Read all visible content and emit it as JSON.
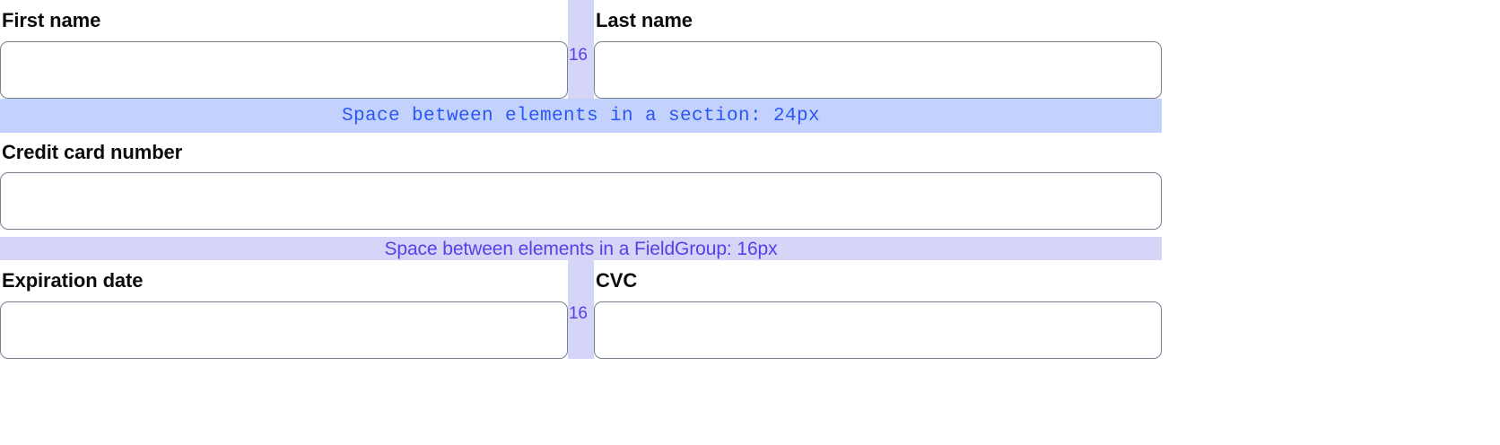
{
  "fields": {
    "first_name": {
      "label": "First name",
      "value": "",
      "placeholder": ""
    },
    "last_name": {
      "label": "Last name",
      "value": "",
      "placeholder": ""
    },
    "credit_card_number": {
      "label": "Credit card number",
      "value": "",
      "placeholder": ""
    },
    "expiration_date": {
      "label": "Expiration date",
      "value": "",
      "placeholder": ""
    },
    "cvc": {
      "label": "CVC",
      "value": "",
      "placeholder": ""
    }
  },
  "annotations": {
    "gap_top_label": "16",
    "gap_bottom_label": "16",
    "section_band_text": "Space between elements in a section: 24px",
    "fieldgroup_band_text": "Space between elements in a FieldGroup: 16px"
  },
  "colors": {
    "section_band_bg": "#c2d2fd",
    "section_band_text": "#2b56f5",
    "fieldgroup_band_bg": "#d5d5f7",
    "fieldgroup_band_text": "#5b3ee8",
    "gap_column_bg": "#d5d5f7",
    "gap_label_text": "#5b3ee8",
    "input_border": "#787f8d",
    "label_text": "#0b0b0c",
    "page_bg": "#ffffff"
  }
}
